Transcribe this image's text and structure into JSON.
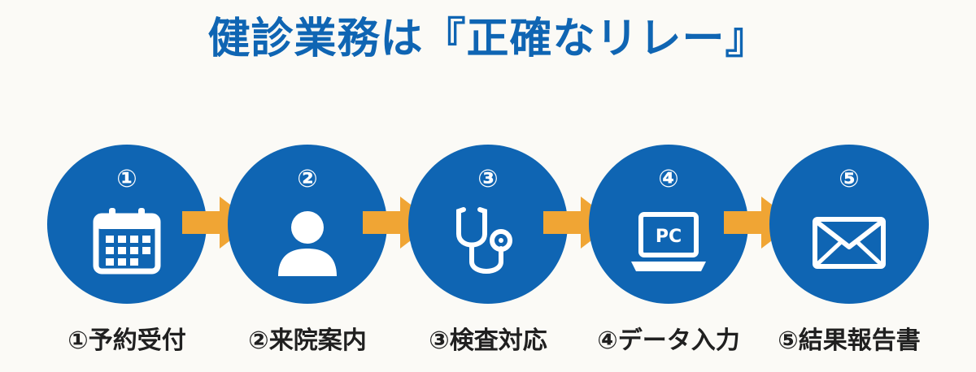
{
  "title": "健診業務は『正確なリレー』",
  "colors": {
    "circle": "#0f65b3",
    "arrow": "#f0a534",
    "title": "#0f65b3",
    "label": "#202020"
  },
  "steps": [
    {
      "number": "①",
      "icon": "calendar-icon",
      "label": "①予約受付"
    },
    {
      "number": "②",
      "icon": "person-icon",
      "label": "②来院案内"
    },
    {
      "number": "③",
      "icon": "stethoscope-icon",
      "label": "③検査対応"
    },
    {
      "number": "④",
      "icon": "laptop-icon",
      "icon_text": "PC",
      "label": "④データ入力"
    },
    {
      "number": "⑤",
      "icon": "envelope-icon",
      "label": "⑤結果報告書"
    }
  ]
}
